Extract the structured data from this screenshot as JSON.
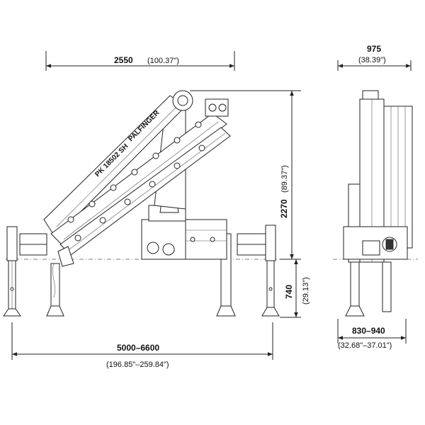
{
  "dimensions": {
    "top_width_mm": "2550",
    "top_width_in": "(100.37\")",
    "side_width_mm": "975",
    "side_width_in": "(38.39\")",
    "height_mm": "2270",
    "height_in": "(89.37\")",
    "outrigger_height_mm": "740",
    "outrigger_height_in": "(29.13\")",
    "outrigger_span_mm": "5000–6600",
    "outrigger_span_in": "(196.85\"–259.84\")",
    "base_width_mm": "830–940",
    "base_width_in": "(32.68\"–37.01\")"
  },
  "boom_labels": {
    "model": "PK 18502 SH",
    "brand": "PALFINGER"
  },
  "colors": {
    "line": "#222222",
    "background": "#ffffff"
  }
}
